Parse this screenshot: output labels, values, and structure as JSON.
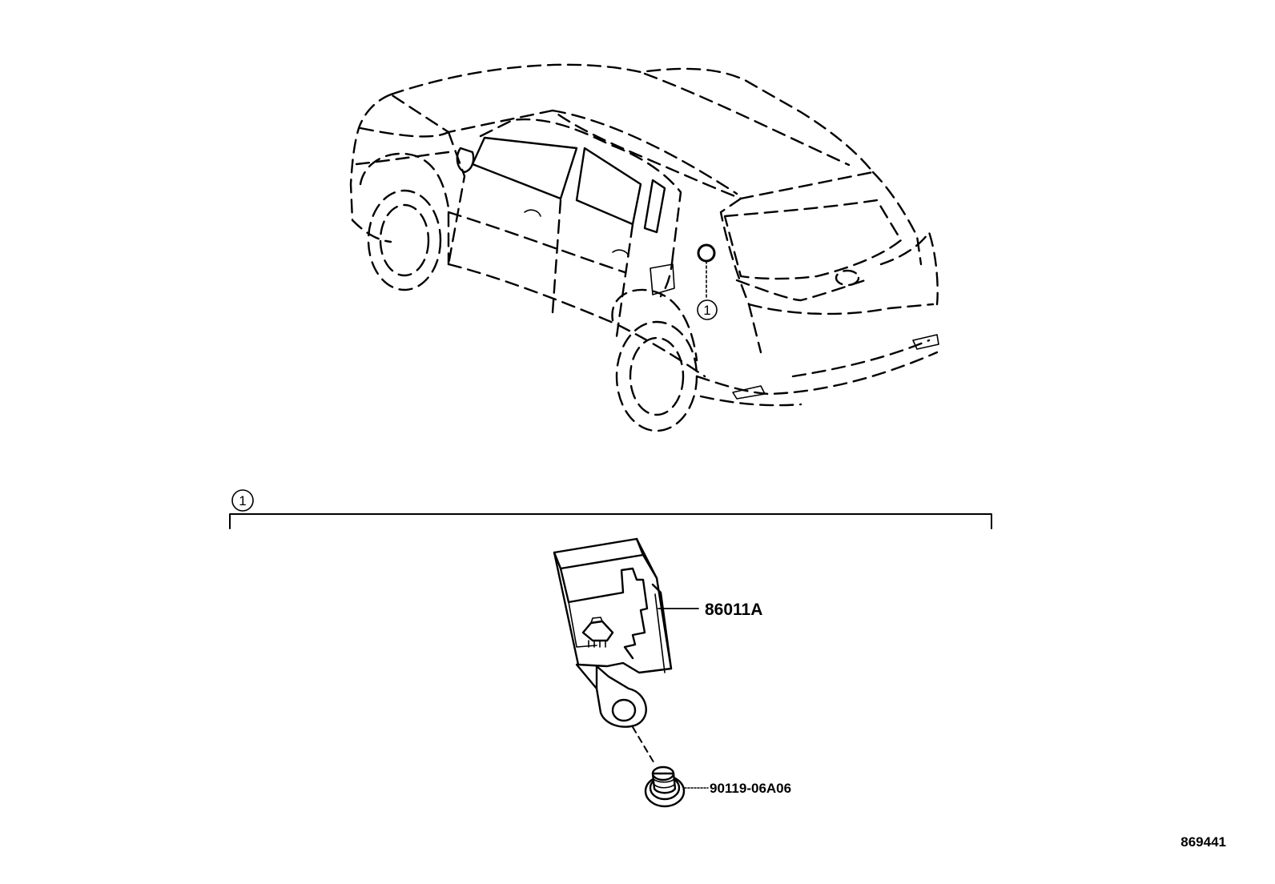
{
  "diagram": {
    "callout_number": "1",
    "section_marker_number": "1",
    "parts": [
      {
        "id": "sensor",
        "part_number": "86011A"
      },
      {
        "id": "bolt",
        "part_number": "90119-06A06"
      }
    ],
    "illustration_code": "869441"
  }
}
